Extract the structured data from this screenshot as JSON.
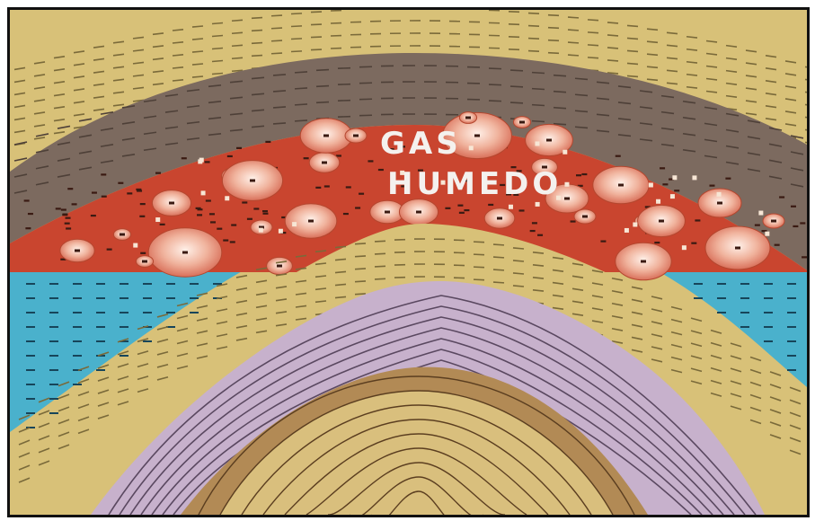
{
  "diagram": {
    "label_line1": "GAS",
    "label_line2": "HUMEDO",
    "colors": {
      "sand_yellow": "#d8c178",
      "shale_gray": "#7c6a5f",
      "gas_red": "#c9452f",
      "water_blue": "#4ab1cc",
      "limestone_purple": "#c7b1cc",
      "core_brown": "#b28a55",
      "core_light": "#d9bf7d",
      "bubble": "#efb7a3"
    },
    "layers": [
      "sandstone-top",
      "shale-cap",
      "wet-gas-reservoir",
      "water-zone",
      "sandstone-lower",
      "limestone",
      "core"
    ]
  }
}
